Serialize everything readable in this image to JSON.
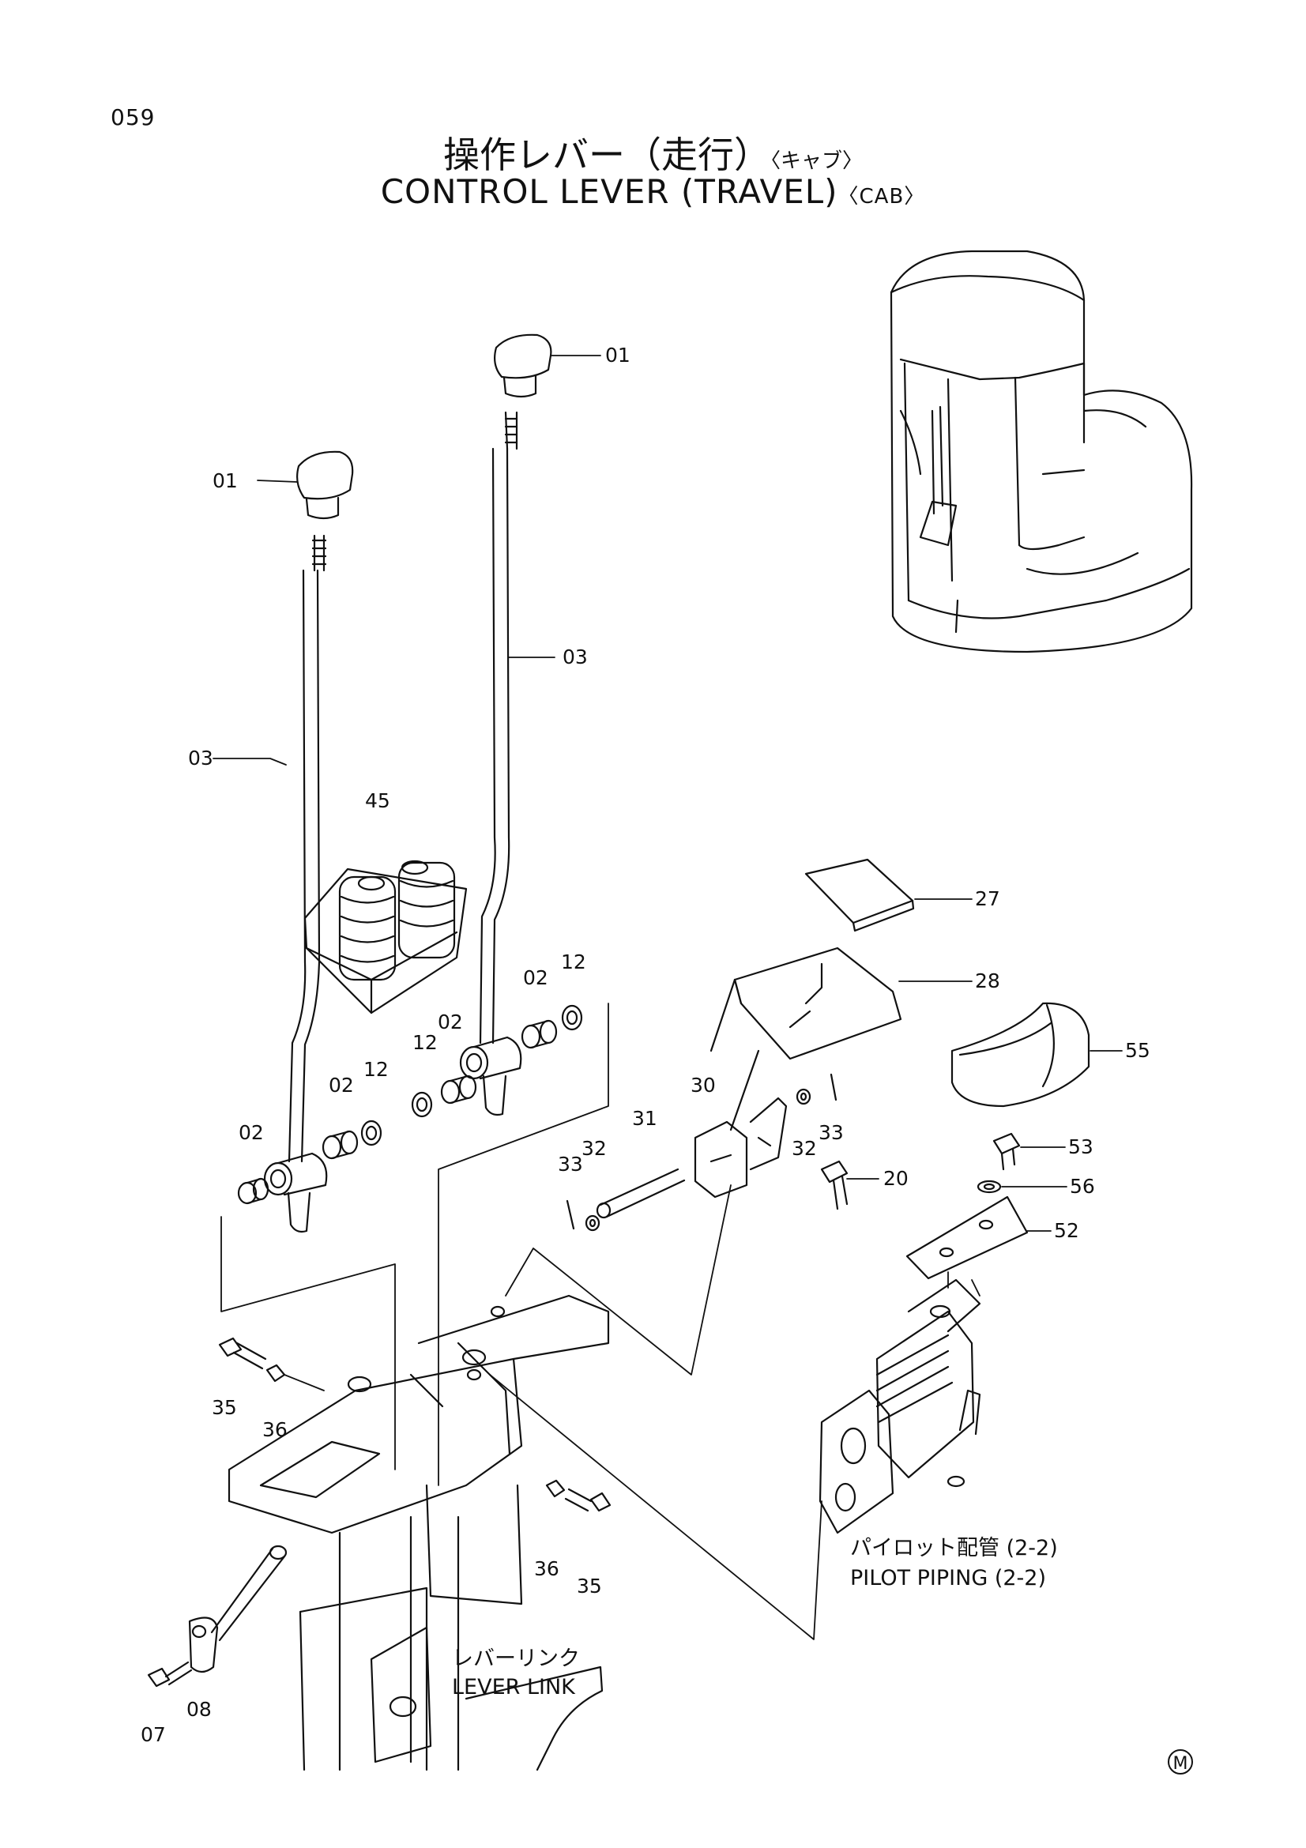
{
  "page_number": "059",
  "title": {
    "jp": "操作レバー（走行）",
    "jp_suffix": "〈キャブ〉",
    "en": "CONTROL LEVER (TRAVEL)",
    "en_suffix": "〈CAB〉"
  },
  "callouts": {
    "c01a": "01",
    "c01b": "01",
    "c03a": "03",
    "c03b": "03",
    "c45": "45",
    "c27": "27",
    "c28": "28",
    "c55": "55",
    "c02a": "02",
    "c02b": "02",
    "c02c": "02",
    "c02d": "02",
    "c12a": "12",
    "c12b": "12",
    "c12c": "12",
    "c30": "30",
    "c31": "31",
    "c32a": "32",
    "c32b": "32",
    "c33a": "33",
    "c33b": "33",
    "c20": "20",
    "c53": "53",
    "c56": "56",
    "c52": "52",
    "c35a": "35",
    "c35b": "35",
    "c36a": "36",
    "c36b": "36",
    "c07": "07",
    "c08": "08"
  },
  "notes": {
    "pilot_jp": "パイロット配管 (2-2)",
    "pilot_en": "PILOT PIPING (2-2)",
    "link_jp": "レバーリンク",
    "link_en": "LEVER LINK"
  },
  "mark": "M"
}
